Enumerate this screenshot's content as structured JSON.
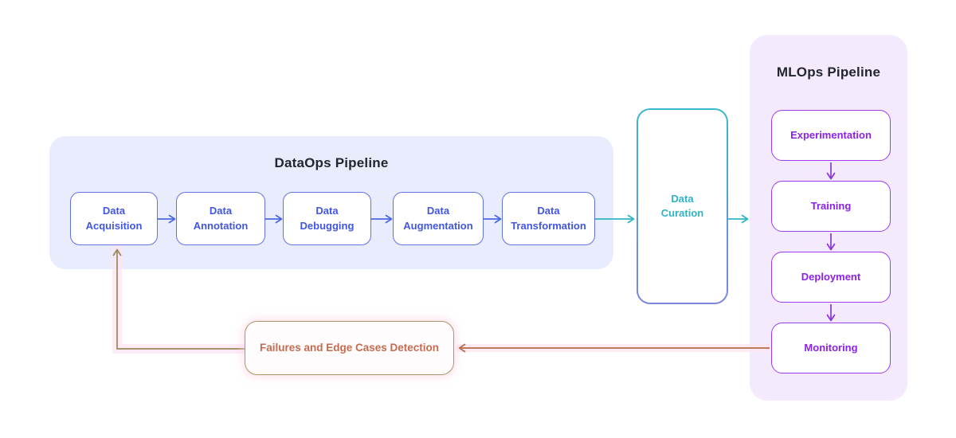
{
  "dataops": {
    "title": "DataOps Pipeline",
    "nodes": [
      {
        "label": "Data\nAcquisition"
      },
      {
        "label": "Data\nAnnotation"
      },
      {
        "label": "Data\nDebugging"
      },
      {
        "label": "Data\nAugmentation"
      },
      {
        "label": "Data\nTransformation"
      }
    ]
  },
  "curation": {
    "label": "Data\nCuration"
  },
  "mlops": {
    "title": "MLOps Pipeline",
    "nodes": [
      {
        "label": "Experimentation"
      },
      {
        "label": "Training"
      },
      {
        "label": "Deployment"
      },
      {
        "label": "Monitoring"
      }
    ]
  },
  "feedback": {
    "label": "Failures and Edge Cases Detection"
  },
  "colors": {
    "dataops_container_bg": "#e8ecfc",
    "dataops_node_border": "#6072e8",
    "dataops_node_text": "#4156e2",
    "dataops_arrow": "#4a68e2",
    "curation_border_top": "#39b7cd",
    "curation_border_bottom": "#7b85dd",
    "curation_text": "#2fb3c6",
    "curation_arrow": "#2fb4c6",
    "mlops_container_bg": "#f3eafd",
    "mlops_node_border": "#9d3df0",
    "mlops_node_text": "#8c21ea",
    "mlops_arrow": "#8b36da",
    "feedback_box_border": "#ae9466",
    "feedback_box_text": "#c56b50",
    "monitoring_feedback_arrow": "#b56b46",
    "return_arrow": "#9a885c",
    "feedback_glow": "#fce4f1",
    "group_title_text": "#24262e"
  }
}
